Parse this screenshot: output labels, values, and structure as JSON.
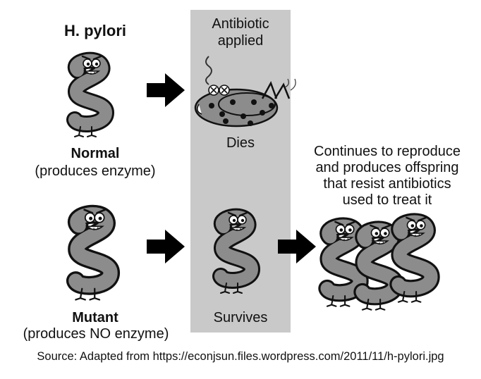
{
  "header": {
    "title": "H. pylori"
  },
  "antibiotic": {
    "line1": "Antibiotic",
    "line2": "applied"
  },
  "normal": {
    "label": "Normal",
    "sub": "(produces enzyme)",
    "outcome": "Dies"
  },
  "mutant": {
    "label": "Mutant",
    "sub": "(produces NO enzyme)",
    "outcome": "Survives"
  },
  "offspring": {
    "line1": "Continues to reproduce",
    "line2": "and produces offspring",
    "line3": "that resist antibiotics",
    "line4": "used to treat it"
  },
  "source": "Source: Adapted from https://econjsun.files.wordpress.com/2011/11/h-pylori.jpg",
  "colors": {
    "panel": "#c9c9c9",
    "bacterium": "#8c8c8c",
    "outline": "#111111"
  }
}
